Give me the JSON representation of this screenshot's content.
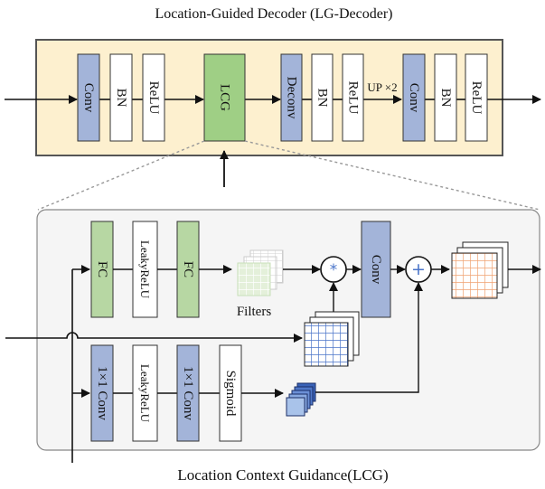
{
  "decoder": {
    "title": "Location-Guided Decoder (LG-Decoder)",
    "blocks": [
      "Conv",
      "BN",
      "ReLU",
      "LCG",
      "Deconv",
      "BN",
      "ReLU",
      "Conv",
      "BN",
      "ReLU"
    ],
    "upsample_label": "UP ×2"
  },
  "lcg": {
    "title": "Location Context Guidance(LCG)",
    "top_branch": [
      "FC",
      "LeakyReLU",
      "FC"
    ],
    "bottom_branch": [
      "1×1 Conv",
      "LeakyReLU",
      "1×1 Conv",
      "Sigmoid"
    ],
    "conv_label": "Conv",
    "filters_label": "Filters",
    "multiply_symbol": "*",
    "add_symbol": "+"
  },
  "colors": {
    "decoder_bg": "#fdf0cf",
    "decoder_border": "#555555",
    "conv_blue": "#a3b4d9",
    "fc_green": "#b7d7a3",
    "lcg_green": "#9fcf85",
    "lcg_panel_bg": "#f5f5f5",
    "grid_blue": "#4a74c9",
    "grid_orange": "#f0a272",
    "grid_green": "#c8dfb9"
  }
}
